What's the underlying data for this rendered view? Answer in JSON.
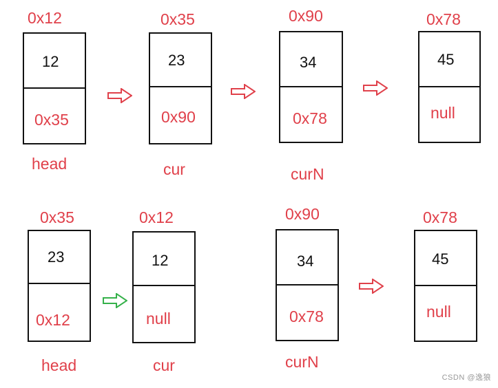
{
  "top_row": {
    "nodes": [
      {
        "address": "0x12",
        "value": "12",
        "next": "0x35"
      },
      {
        "address": "0x35",
        "value": "23",
        "next": "0x90"
      },
      {
        "address": "0x90",
        "value": "34",
        "next": "0x78"
      },
      {
        "address": "0x78",
        "value": "45",
        "next": "null"
      }
    ],
    "pointers": {
      "head": "head",
      "cur": "cur",
      "curN": "curN"
    }
  },
  "bottom_row": {
    "nodes": [
      {
        "address": "0x35",
        "value": "23",
        "next": "0x12"
      },
      {
        "address": "0x12",
        "value": "12",
        "next": "null"
      },
      {
        "address": "0x90",
        "value": "34",
        "next": "0x78"
      },
      {
        "address": "0x78",
        "value": "45",
        "next": "null"
      }
    ],
    "pointers": {
      "head": "head",
      "cur": "cur",
      "curN": "curN"
    }
  },
  "colors": {
    "label": "#e0404a",
    "arrow_red": "#e0404a",
    "arrow_green": "#35b14a",
    "border": "#111111"
  },
  "watermark": "CSDN @逸狼"
}
